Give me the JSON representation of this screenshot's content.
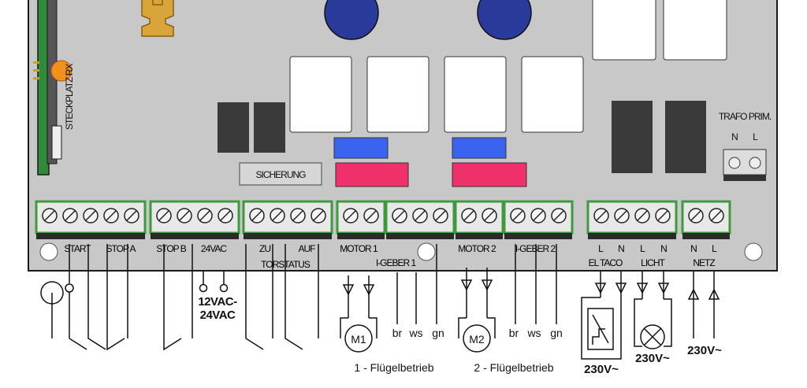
{
  "board": {
    "steckplatz_label": "STECKPLATZ RX",
    "sicherung_label": "SICHERUNG",
    "trafo_title": "TRAFO PRIM.",
    "trafo_n": "N",
    "trafo_l": "L"
  },
  "terminal_labels": {
    "start": "START",
    "stop_a": "STOP A",
    "stop_b": "STOP B",
    "vac24": "24VAC",
    "zu": "ZU",
    "auf": "AUF",
    "torstatus": "TORSTATUS",
    "motor1": "MOTOR 1",
    "igeber1": "I-GEBER 1",
    "motor2": "MOTOR 2",
    "igeber2": "I-GEBER 2",
    "eltaco_l": "L",
    "eltaco_n": "N",
    "eltaco": "EL TACO",
    "licht_l": "L",
    "licht_n": "N",
    "licht": "LICHT",
    "netz_n": "N",
    "netz_l": "L",
    "netz": "NETZ"
  },
  "wiring_labels": {
    "vac_line1": "12VAC-",
    "vac_line2": "24VAC",
    "m1": "M1",
    "m2": "M2",
    "g1_br": "br",
    "g1_ws": "ws",
    "g1_gn": "gn",
    "g2_br": "br",
    "g2_ws": "ws",
    "g2_gn": "gn",
    "mode1": "1 - Flügelbetrieb",
    "mode2": "2 - Flügelbetrieb",
    "v_eltaco": "230V~",
    "v_licht": "230V~",
    "v_netz": "230V~"
  },
  "colors": {
    "board": "#c8c8c8",
    "terminal_green": "#3f9a3f",
    "capacitor": "#2a3a9a",
    "fuse_blue": "#3a64f0",
    "fuse_red": "#f0306a",
    "relay_dark": "#3a3a3a",
    "fuse_holder": "#d9a43a",
    "led_orange": "#f0901e"
  }
}
